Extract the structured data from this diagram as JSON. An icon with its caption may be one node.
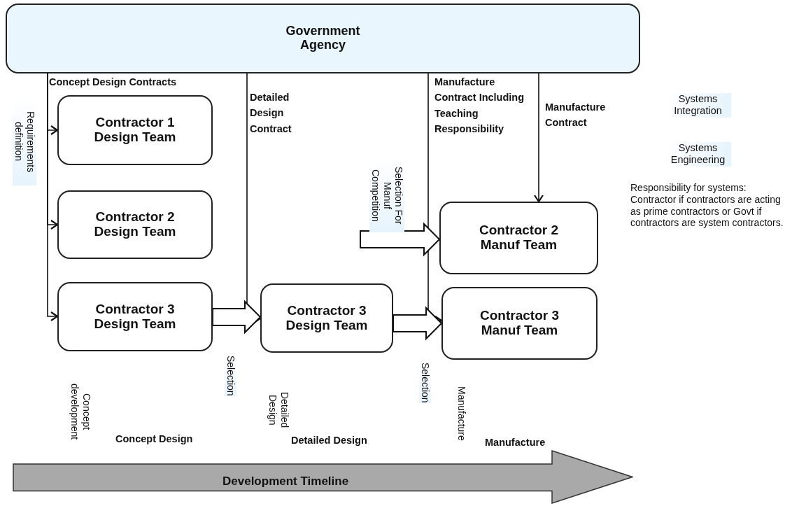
{
  "diagram": {
    "nodes": [
      {
        "text": [
          "Government Agency"
        ]
      },
      {
        "text": [
          "Contractor 1 Design Team"
        ]
      },
      {
        "text": [
          "Contractor 2 Design Team"
        ]
      },
      {
        "text": [
          "Contractor 3 Design Team"
        ]
      },
      {
        "text": [
          "Contractor 3 Design Team"
        ]
      },
      {
        "text": [
          "Contractor 2 Manuf Team"
        ]
      },
      {
        "text": [
          "Contractor 3 Manuf Team"
        ]
      },
      {
        "text": [
          "Development Timeline"
        ]
      }
    ],
    "edges": [
      {
        "from": 0,
        "to": 1,
        "arrow": "to",
        "label": "Concept Design Contracts"
      },
      {
        "from": 0,
        "to": 2,
        "arrow": "to"
      },
      {
        "from": 0,
        "to": 3,
        "arrow": "to"
      },
      {
        "from": 0,
        "to": 4,
        "arrow": "to",
        "label": "Detailed Design Contract"
      },
      {
        "from": 0,
        "to": 6,
        "arrow": "to",
        "label": "Manufacture Contract Including Teaching Responsibility"
      },
      {
        "from": 0,
        "to": 5,
        "arrow": "to",
        "label": "Manufacture Contract"
      },
      {
        "from": 3,
        "to": 4,
        "arrow": "to",
        "style": "thick"
      },
      {
        "from": 4,
        "to": 6,
        "arrow": "to",
        "style": "thick"
      },
      {
        "from": null,
        "to": 5,
        "arrow": "to",
        "style": "thick"
      }
    ],
    "labels": [
      "Requirements definition",
      "Systems Integration",
      "Systems Engineering",
      "Selection For Manuf Competition",
      "Responsibility for systems: Contractor if contractors are acting as prime contractors or Govt if contractors are system contractors.",
      "Selection",
      "Selection",
      "Concept development",
      "Detailed Design",
      "Manufacture",
      "Concept Design",
      "Detailed Design",
      "Manufacture"
    ]
  }
}
